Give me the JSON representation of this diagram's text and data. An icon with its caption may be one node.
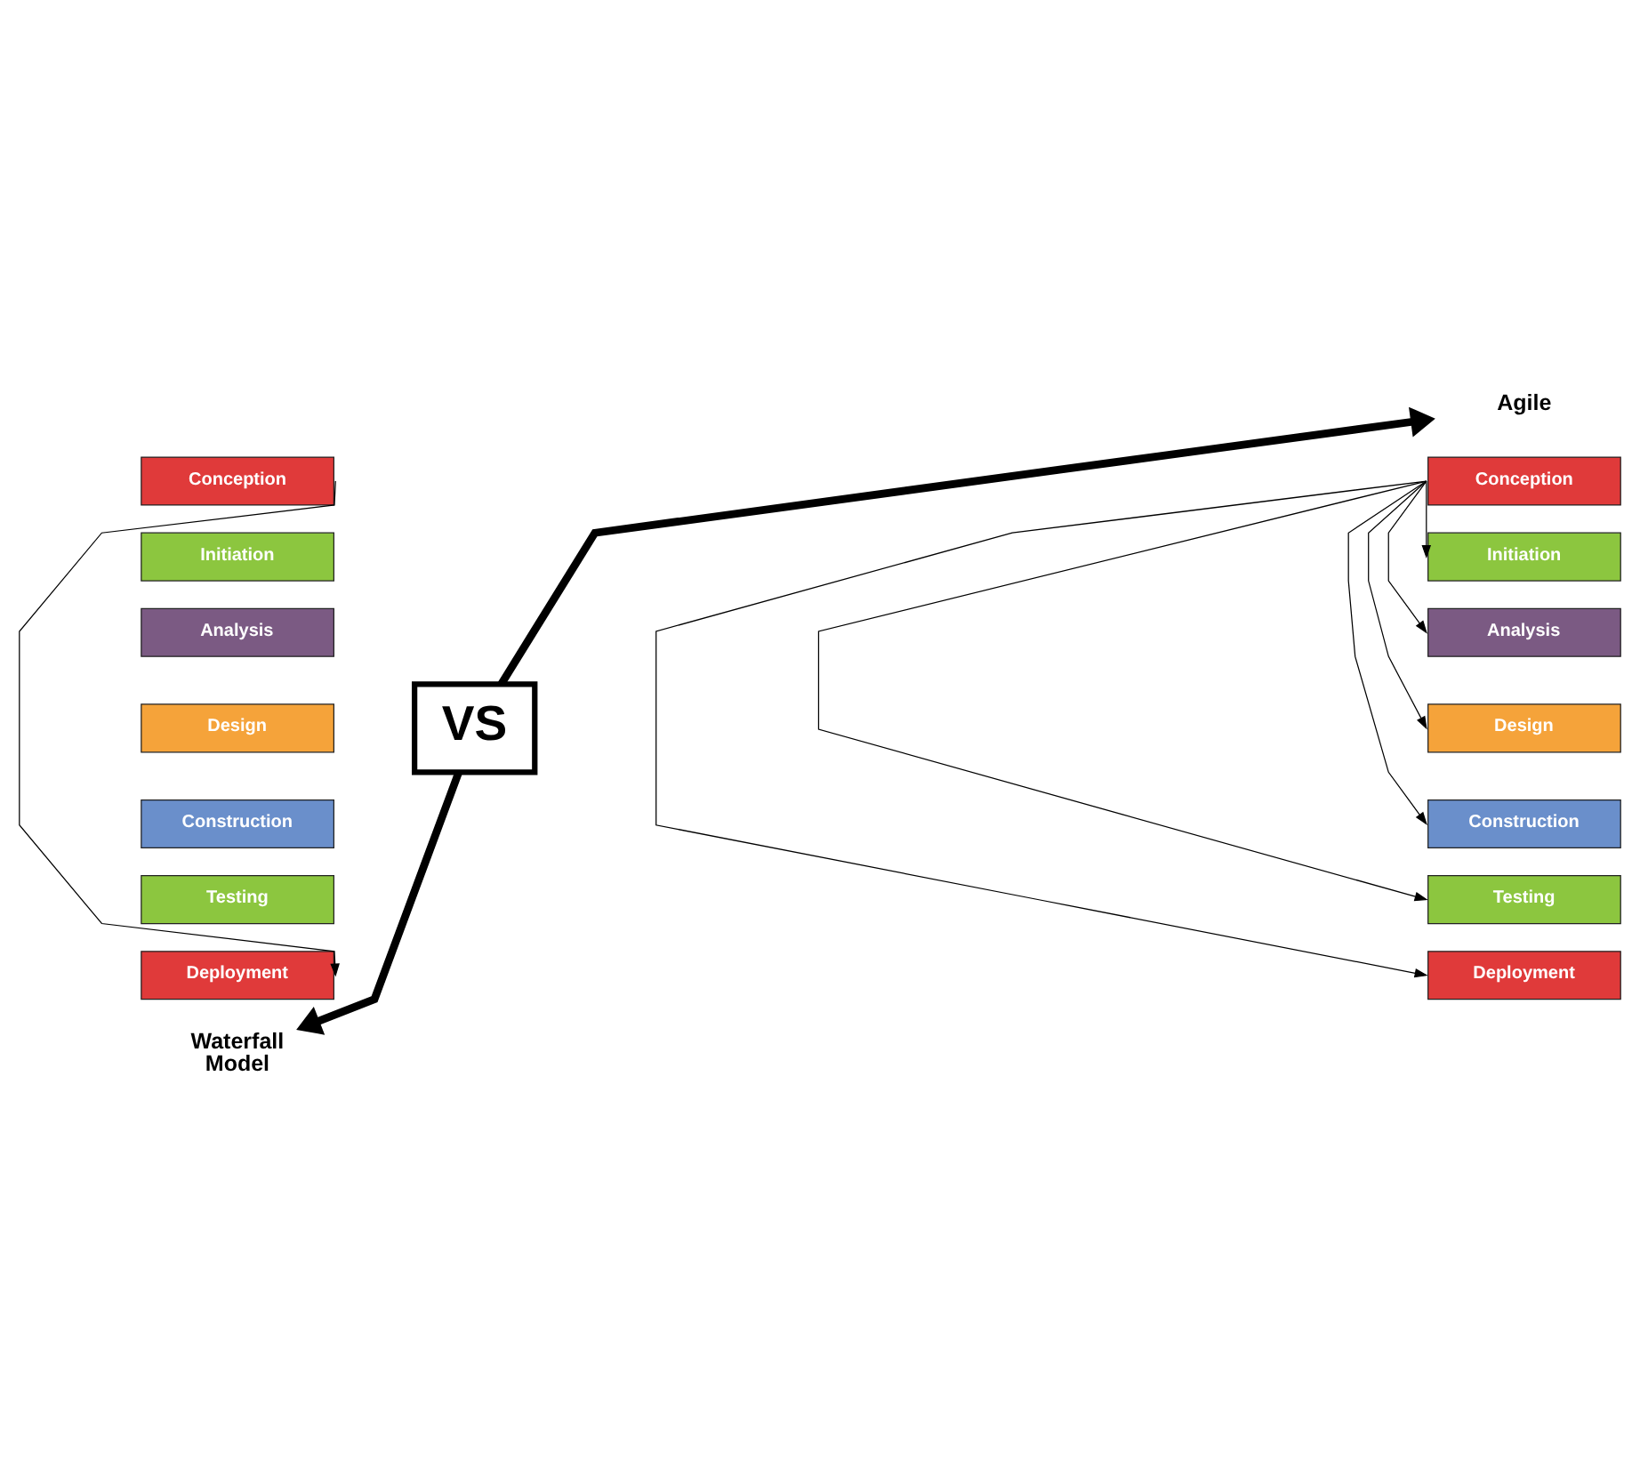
{
  "diagram": {
    "nodes": [
      {
        "text": [
          "Conception"
        ]
      },
      {
        "text": [
          "Initiation"
        ]
      },
      {
        "text": [
          "Analysis"
        ]
      },
      {
        "text": [
          "Design"
        ]
      },
      {
        "text": [
          "Construction"
        ]
      },
      {
        "text": [
          "Testing"
        ]
      },
      {
        "text": [
          "Deployment"
        ]
      },
      {
        "text": [
          "VS"
        ]
      },
      {
        "text": [
          "Agile"
        ]
      },
      {
        "text": [
          "Conception"
        ]
      },
      {
        "text": [
          "Initiation"
        ]
      },
      {
        "text": [
          "Analysis"
        ]
      },
      {
        "text": [
          "Design"
        ]
      },
      {
        "text": [
          "Construction"
        ]
      },
      {
        "text": [
          "Testing"
        ]
      },
      {
        "text": [
          "Deployment"
        ]
      },
      {
        "text": [
          "Waterfall Model"
        ]
      }
    ],
    "edges": [
      {
        "from": 0,
        "to": 6,
        "arrow": "to"
      },
      {
        "from": 7,
        "to": 8,
        "arrow": "to",
        "style": "thick"
      },
      {
        "from": 7,
        "to": 16,
        "arrow": "to",
        "style": "thick"
      },
      {
        "from": 9,
        "to": 10,
        "arrow": "to"
      },
      {
        "from": 9,
        "to": 11,
        "arrow": "to"
      },
      {
        "from": 9,
        "to": 12,
        "arrow": "to"
      },
      {
        "from": 9,
        "to": 13,
        "arrow": "to"
      },
      {
        "from": 9,
        "to": 14,
        "arrow": "to"
      },
      {
        "from": 9,
        "to": 15,
        "arrow": "to"
      }
    ]
  }
}
